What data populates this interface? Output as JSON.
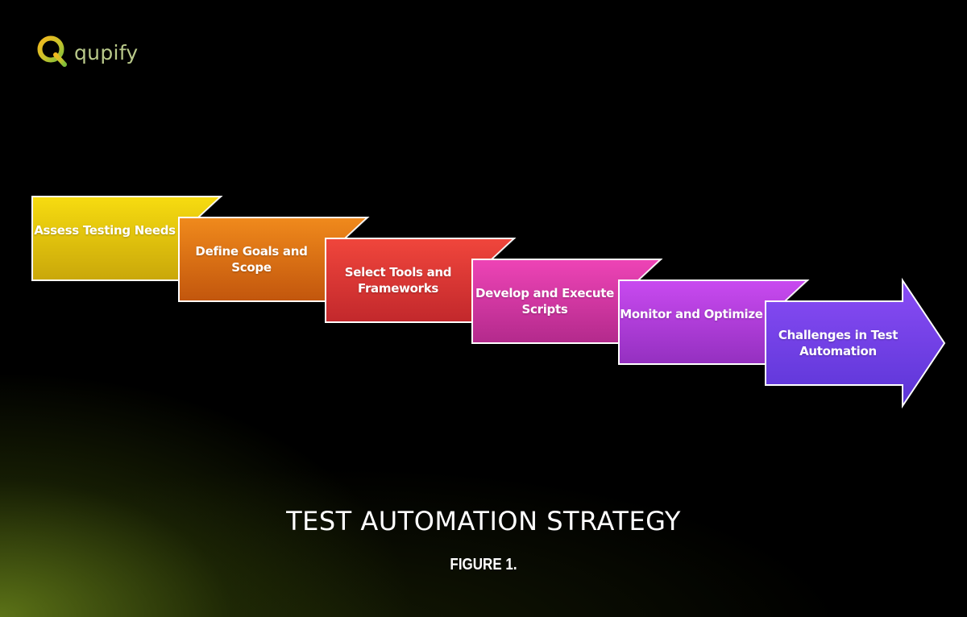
{
  "brand": {
    "name": "qupify"
  },
  "steps": [
    {
      "label": "Assess Testing Needs",
      "color_top": "#f7dc10",
      "color_bottom": "#c9a70a"
    },
    {
      "label": "Define Goals and Scope",
      "color_top": "#f08a1c",
      "color_bottom": "#c2560d"
    },
    {
      "label": "Select Tools and Frameworks",
      "color_top": "#f0463c",
      "color_bottom": "#c2282c"
    },
    {
      "label": "Develop and Execute Scripts",
      "color_top": "#ee44b6",
      "color_bottom": "#b32a8c"
    },
    {
      "label": "Monitor and Optimize",
      "color_top": "#c94af0",
      "color_bottom": "#9430c0"
    },
    {
      "label": "Challenges in Test Automation",
      "color_top": "#8a4cf5",
      "color_bottom": "#5b35d6"
    }
  ],
  "title": "TEST AUTOMATION STRATEGY",
  "figure_label": "FIGURE 1."
}
